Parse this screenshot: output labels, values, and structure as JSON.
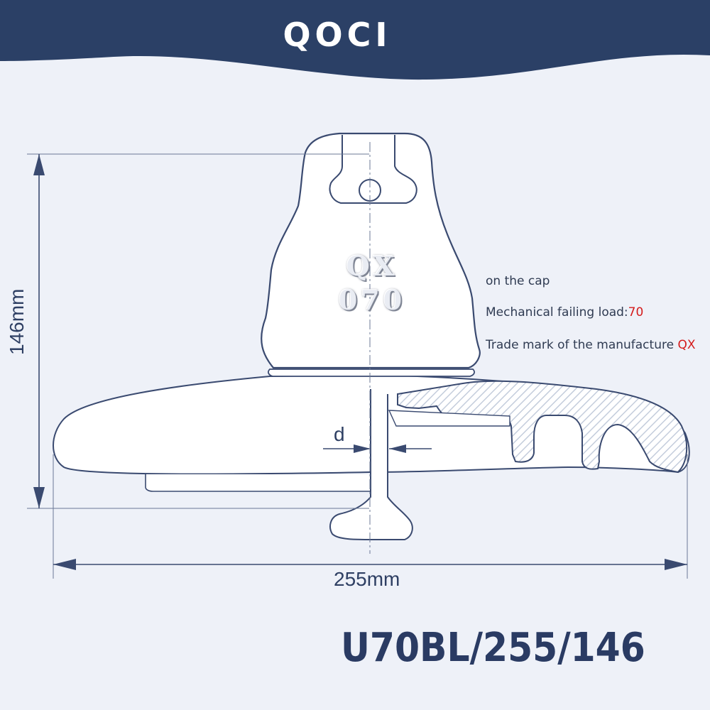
{
  "brand": {
    "logo_text": "QOCI"
  },
  "dimensions": {
    "width_label": "255mm",
    "height_label": "146mm",
    "pin_label": "d"
  },
  "cap_marking": {
    "line1": "QX",
    "line2": "070"
  },
  "notes": {
    "line1": "on the cap",
    "line2_prefix": "Mechanical failing load:",
    "line2_value": "70",
    "line3_prefix": "Trade mark of the manufacture ",
    "line3_value": "QX"
  },
  "model_code": "U70BL/255/146",
  "colors": {
    "header": "#2b4066",
    "background": "#eef1f8",
    "outline": "#3a4a70",
    "accent_red": "#d41c1c"
  }
}
